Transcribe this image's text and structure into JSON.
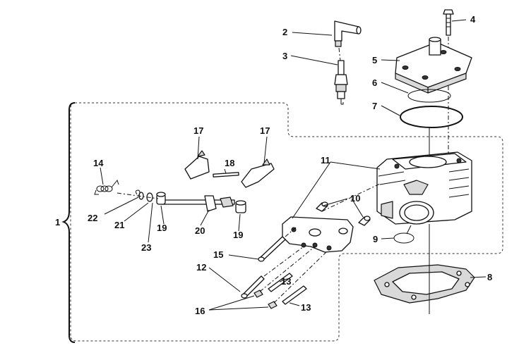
{
  "callouts": {
    "c1": "1",
    "c2": "2",
    "c3": "3",
    "c4": "4",
    "c5": "5",
    "c6": "6",
    "c7": "7",
    "c8": "8",
    "c9": "9",
    "c10": "10",
    "c11": "11",
    "c12": "12",
    "c13a": "13",
    "c13b": "13",
    "c14": "14",
    "c15": "15",
    "c16": "16",
    "c17a": "17",
    "c17b": "17",
    "c18": "18",
    "c19a": "19",
    "c19b": "19",
    "c20": "20",
    "c21": "21",
    "c22": "22",
    "c23": "23"
  }
}
